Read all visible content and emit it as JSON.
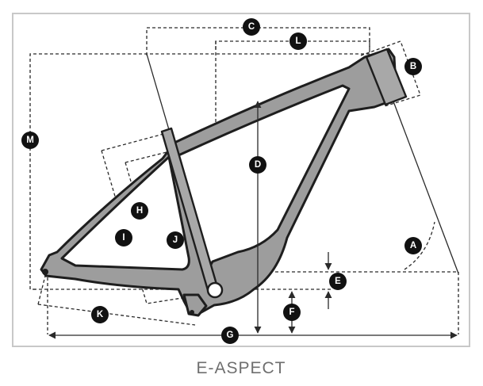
{
  "caption": "E-ASPECT",
  "colors": {
    "frame": "#9d9d9d",
    "outline": "#1e1e1e",
    "border": "#c8c8c8",
    "caption": "#6f6f6f",
    "badge": "#111111"
  },
  "measurements": {
    "a": "A",
    "b": "B",
    "c": "C",
    "d": "D",
    "e": "E",
    "f": "F",
    "g": "G",
    "h": "H",
    "i": "I",
    "j": "J",
    "k": "K",
    "l": "L",
    "m": "M"
  }
}
